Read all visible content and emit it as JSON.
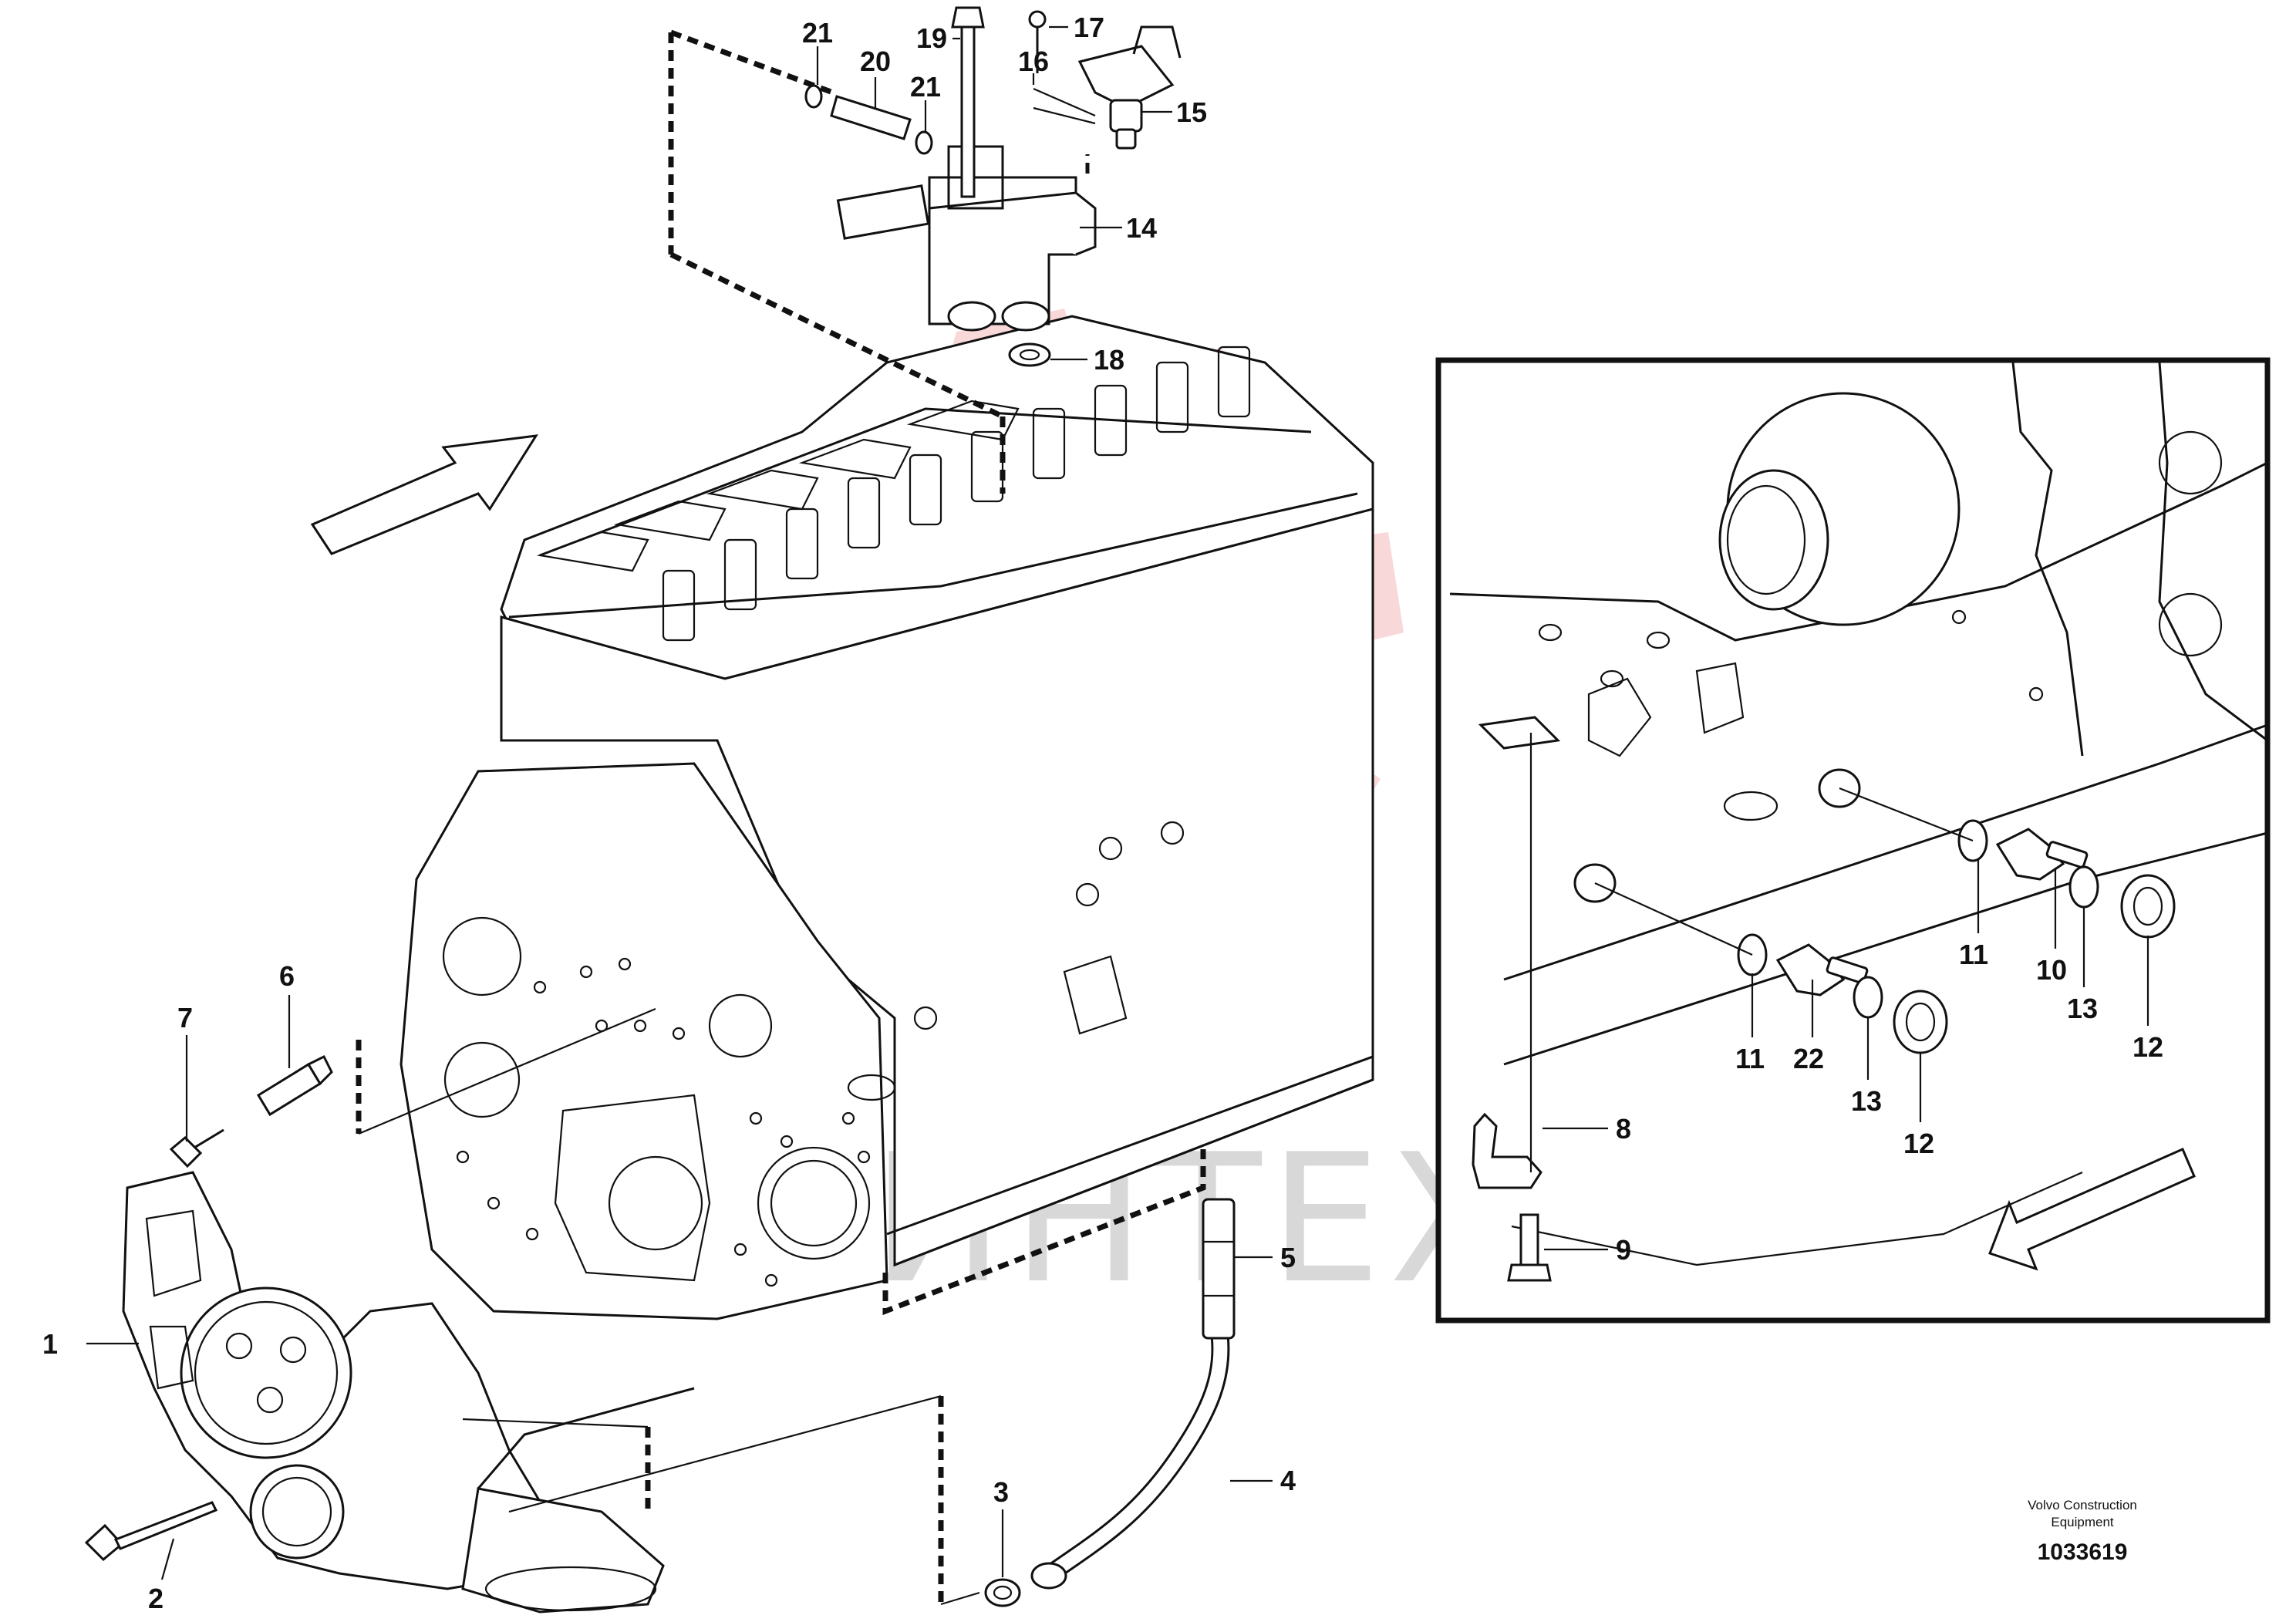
{
  "labels": {
    "l1": "1",
    "l2": "2",
    "l3": "3",
    "l4": "4",
    "l5": "5",
    "l6": "6",
    "l7": "7",
    "l8": "8",
    "l9": "9",
    "l10": "10",
    "l11a": "11",
    "l11b": "11",
    "l12a": "12",
    "l12b": "12",
    "l13a": "13",
    "l13b": "13",
    "l14": "14",
    "l15": "15",
    "l16": "16",
    "l17": "17",
    "l18": "18",
    "l19": "19",
    "l20": "20",
    "l21a": "21",
    "l21b": "21",
    "l22": "22"
  },
  "reference": {
    "publisher_line1": "Volvo Construction",
    "publisher_line2": "Equipment",
    "drawing_number": "1033619"
  },
  "watermark": {
    "text": "ИНТЕХ",
    "color": "#f2b8b8"
  }
}
